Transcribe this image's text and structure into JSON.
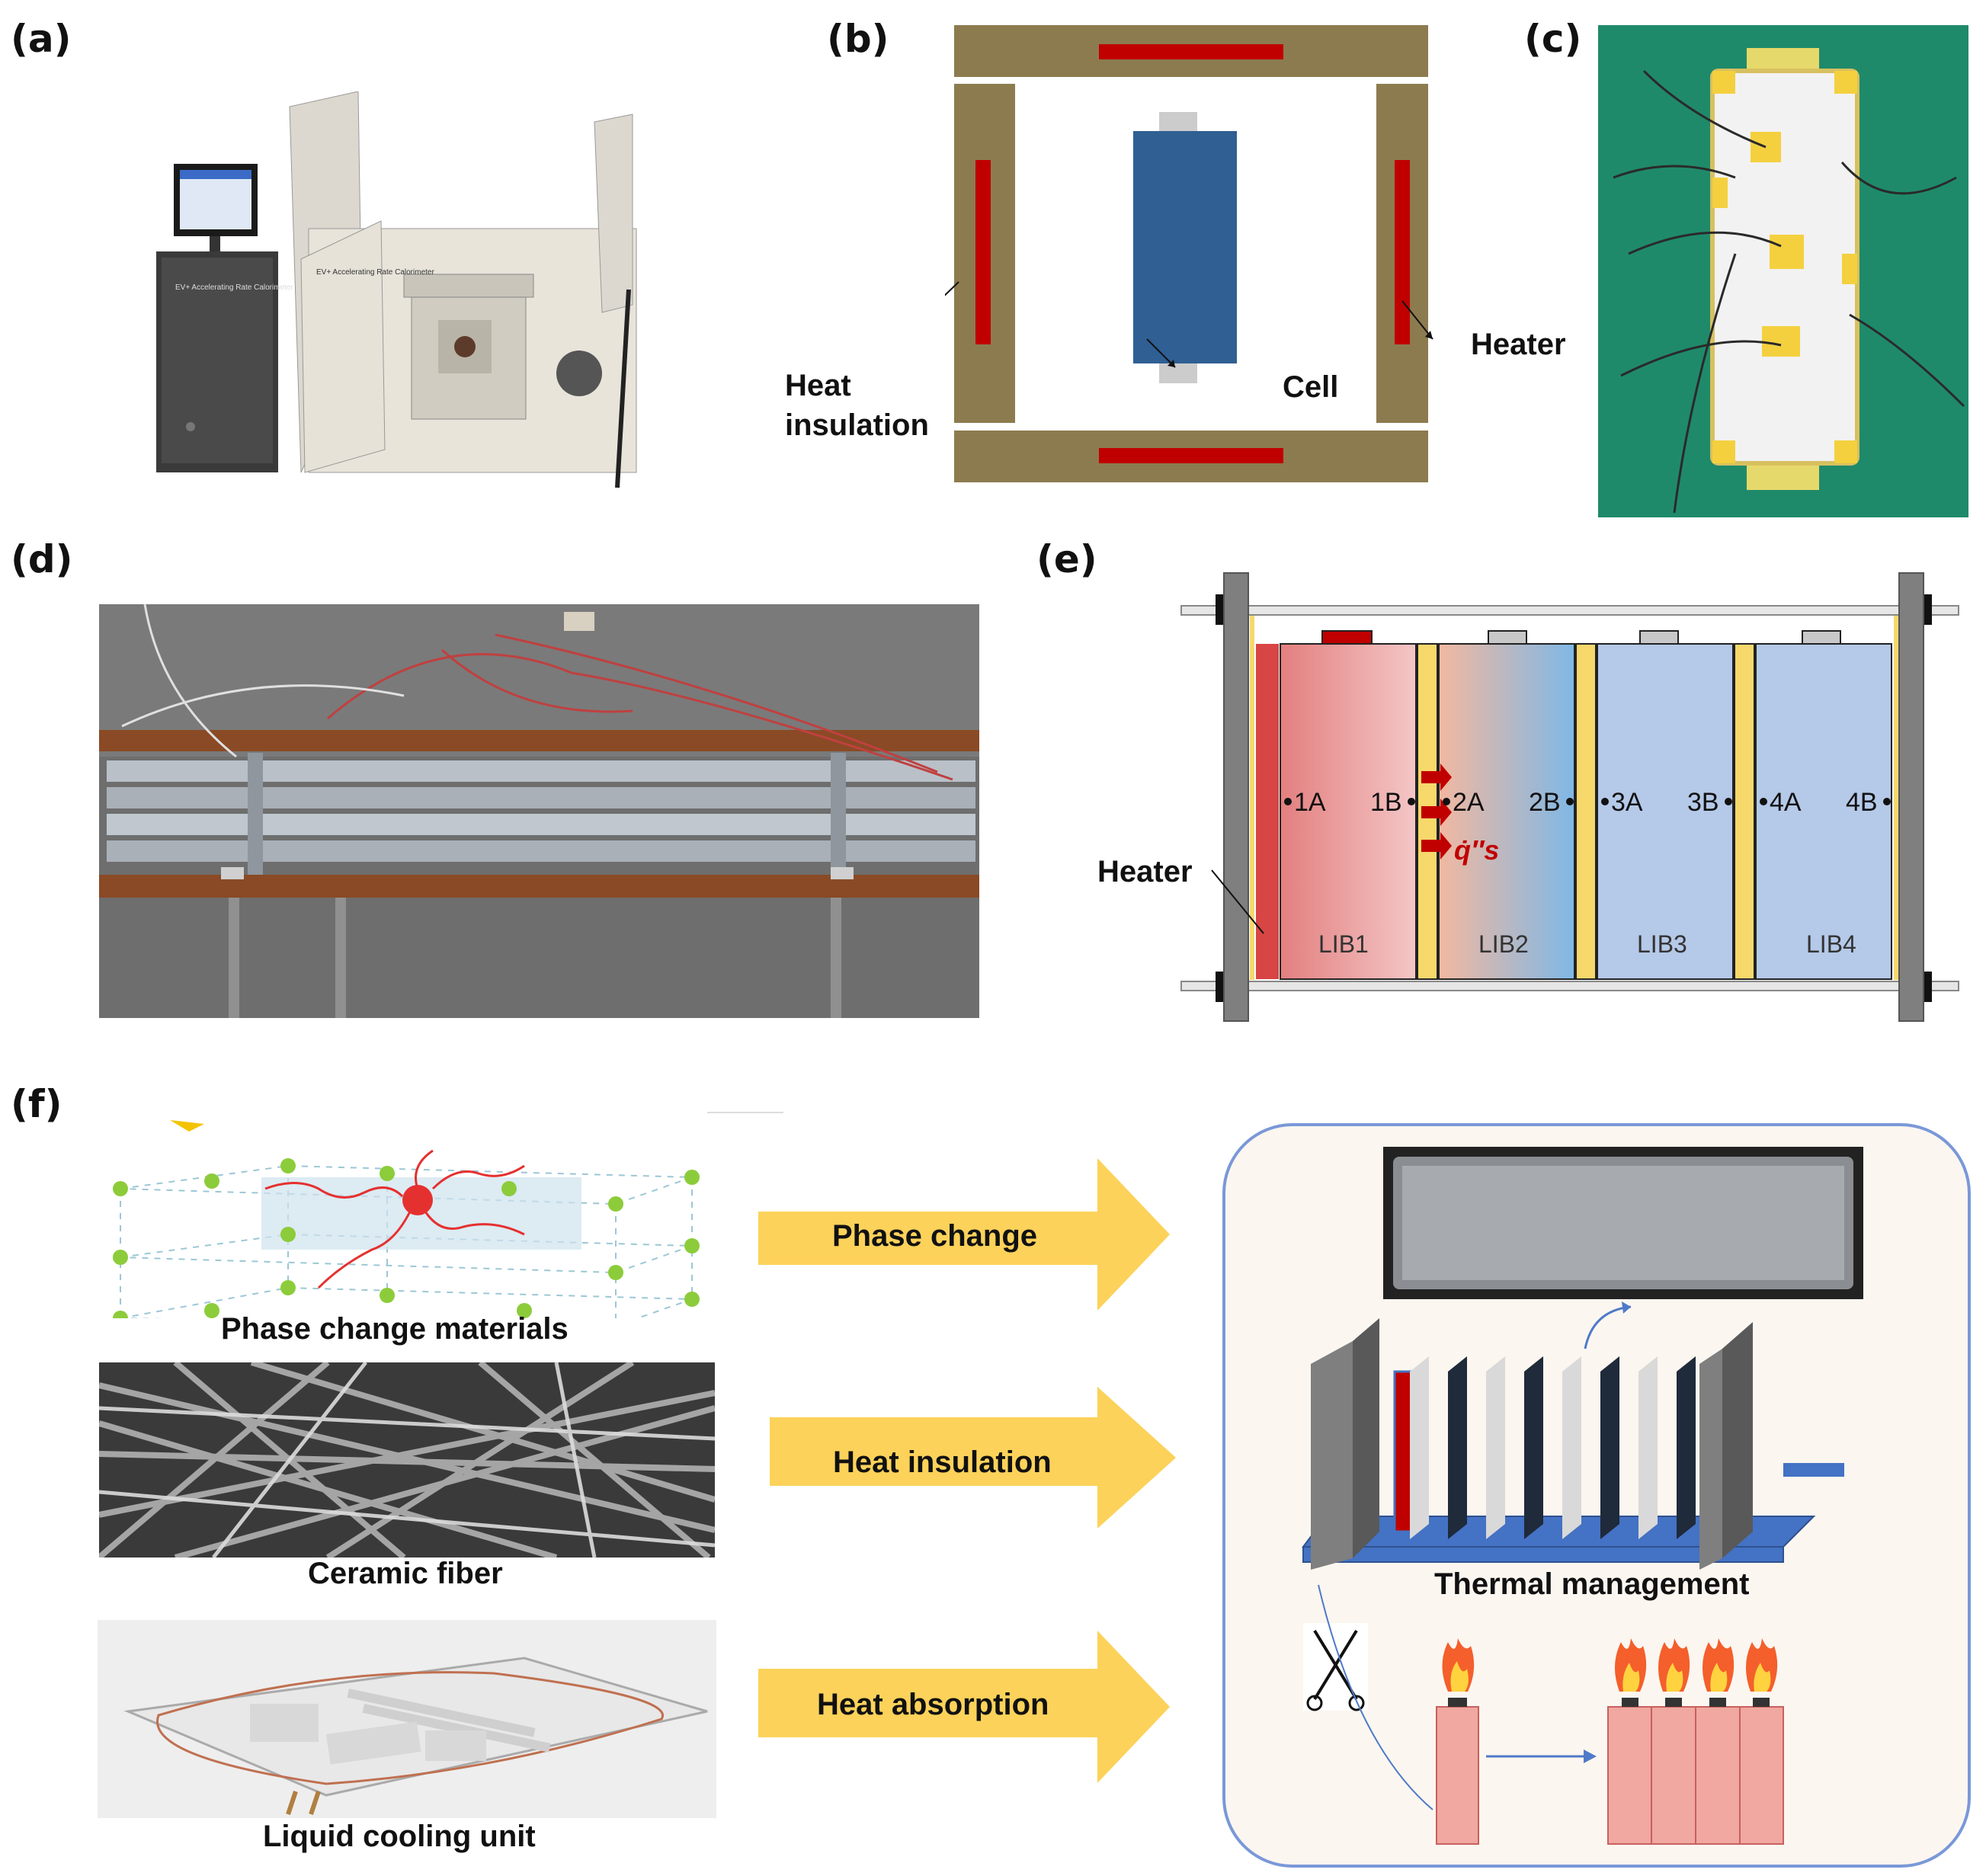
{
  "panels": {
    "a": "(a)",
    "b": "(b)",
    "c": "(c)",
    "d": "(d)",
    "e": "(e)",
    "f": "(f)"
  },
  "panel_a": {
    "screen_title": "ARC",
    "cabinet_text": "EV+ Accelerating Rate Calorimeter"
  },
  "panel_b": {
    "heat_insulation_line1": "Heat",
    "heat_insulation_line2": "insulation",
    "cell": "Cell",
    "heater": "Heater"
  },
  "panel_e": {
    "heater": "Heater",
    "points": [
      "1A",
      "1B",
      "2A",
      "2B",
      "3A",
      "3B",
      "4A",
      "4B"
    ],
    "cells": [
      "LIB1",
      "LIB2",
      "LIB3",
      "LIB4"
    ],
    "flux": "q̇″s"
  },
  "panel_f": {
    "pcm_caption": "Phase change materials",
    "ceramic_caption": "Ceramic fiber",
    "liquid_caption": "Liquid cooling unit",
    "arrow1": "Phase change",
    "arrow2": "Heat insulation",
    "arrow3": "Heat absorption",
    "tm_caption": "Thermal management"
  },
  "colors": {
    "insulation": "#8c7b4f",
    "heater_red": "#c00000",
    "cell_blue": "#2f5f93",
    "arrow_yellow": "#fcd25a",
    "lib_blue": "#b5c9e8",
    "lib_red": "#e88d8d",
    "background_green": "#1f8a6a"
  }
}
